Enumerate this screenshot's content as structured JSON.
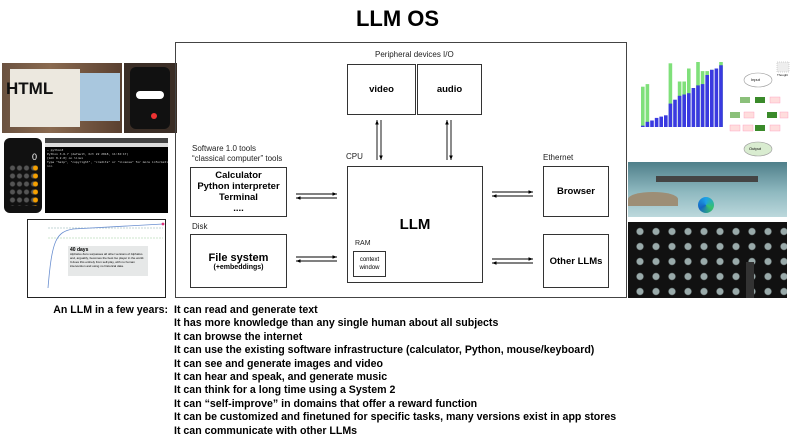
{
  "title": "LLM OS",
  "diagram": {
    "peripheral_label": "Peripheral devices I/O",
    "video": "video",
    "audio": "audio",
    "cpu_label": "CPU",
    "llm": "LLM",
    "ram_label": "RAM",
    "context_window": [
      "context",
      "window"
    ],
    "software_label": [
      "Software 1.0 tools",
      "“classical computer” tools"
    ],
    "tools": [
      "Calculator",
      "Python interpreter",
      "Terminal",
      "...."
    ],
    "disk_label": "Disk",
    "file_system": "File system",
    "file_system_sub": "(+embeddings)",
    "ethernet_label": "Ethernet",
    "browser": "Browser",
    "other_llms": "Other LLMs"
  },
  "images": {
    "html_sketch_text": "HTML",
    "calculator_display": "0",
    "terminal_lines": [
      "~ python3",
      "Python 3.6.7 (default, Oct 22 2018, 11:32:17)",
      "[GCC 8.2.0] on linux",
      "Type \"help\", \"copyright\", \"credits\" or \"license\" for more information.",
      ">>> "
    ],
    "alphago_title": "40 days",
    "alphago_text": "AlphaGo Zero surpasses all other versions of AlphaGo and, arguably, becomes the best Go player in the world. It does this entirely from self-play, with no human intervention and using no historical data.",
    "output_node": "Output",
    "input_node": "Input",
    "thought_label": "Thought"
  },
  "summary": {
    "lead": "An LLM in a few years:",
    "items": [
      "It can read and generate text",
      "It has more knowledge than any single human about all subjects",
      "It can browse the internet",
      "It can use the existing software infrastructure (calculator, Python, mouse/keyboard)",
      "It can see and generate images and video",
      "It can hear and speak, and generate music",
      "It can think for a long time using a System 2",
      "It can “self-improve” in domains that offer a reward function",
      "It can be customized and finetuned for specific tasks, many versions exist in app stores",
      "It can communicate with other LLMs"
    ]
  }
}
